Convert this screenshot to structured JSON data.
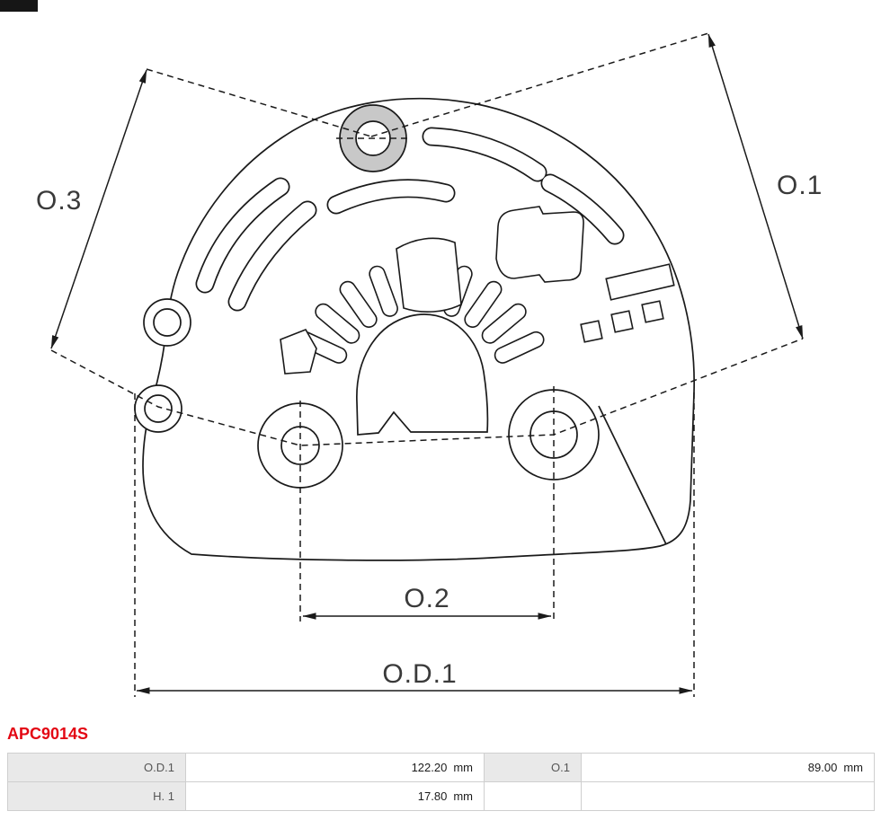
{
  "product": {
    "code": "APC9014S"
  },
  "drawing": {
    "labels": {
      "o3": "O.3",
      "o1": "O.1",
      "o2": "O.2",
      "od1": "O.D.1"
    }
  },
  "spec_table": {
    "rows": [
      {
        "label_a": "O.D.1",
        "value_a": "122.20",
        "unit_a": "mm",
        "label_b": "O.1",
        "value_b": "89.00",
        "unit_b": "mm"
      },
      {
        "label_a": "H. 1",
        "value_a": "17.80",
        "unit_a": "mm",
        "label_b": "",
        "value_b": "",
        "unit_b": ""
      }
    ]
  },
  "colors": {
    "product_code_red": "#e30613"
  }
}
